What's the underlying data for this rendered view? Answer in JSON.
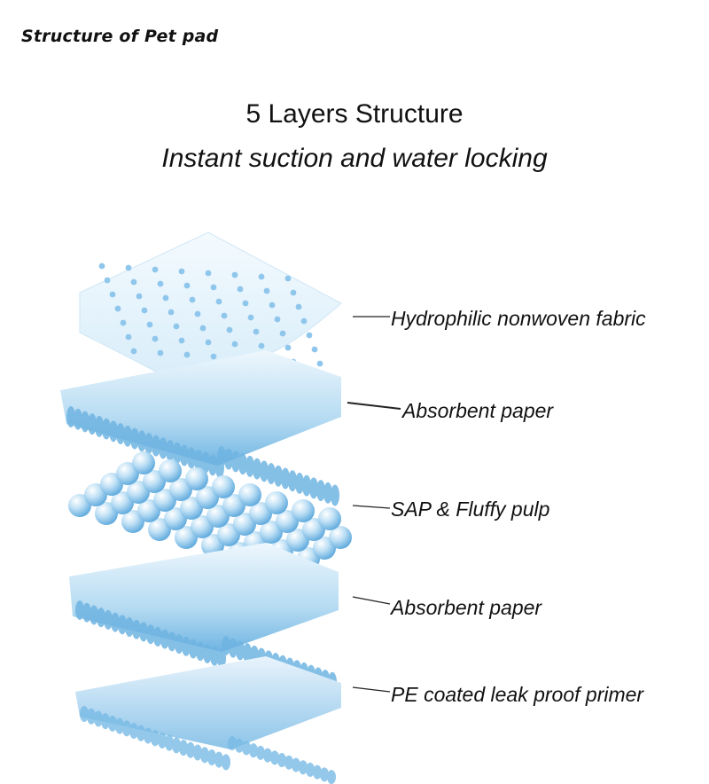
{
  "header": {
    "corner_title": "Structure of Pet pad",
    "headline": "5 Layers Structure",
    "subheadline": "Instant suction and water locking"
  },
  "layers": [
    {
      "label": "Hydrophilic nonwoven fabric"
    },
    {
      "label": "Absorbent paper"
    },
    {
      "label": "SAP & Fluffy pulp"
    },
    {
      "label": "Absorbent paper"
    },
    {
      "label": "PE coated leak proof primer"
    }
  ],
  "colors": {
    "layer_light": "#e6f3fb",
    "layer_mid": "#a9d4ef",
    "layer_dark": "#5aa7dc",
    "text": "#111111"
  }
}
